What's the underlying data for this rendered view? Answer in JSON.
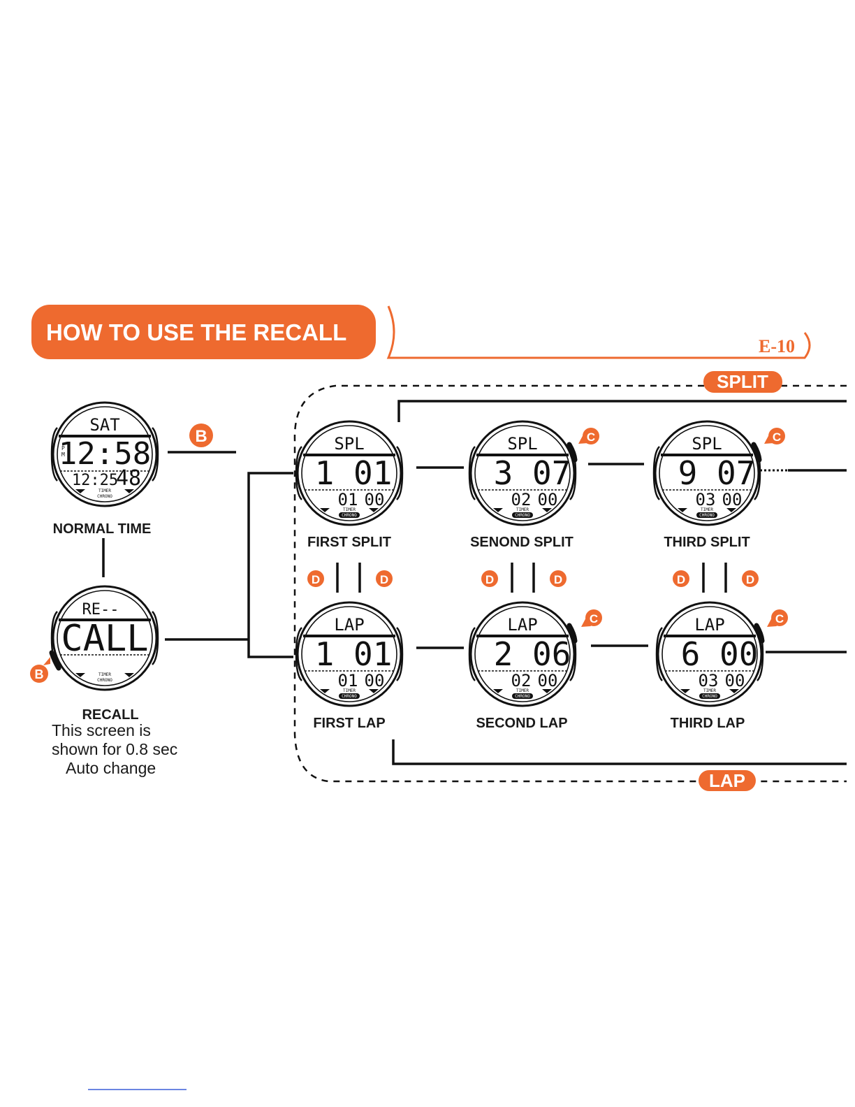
{
  "header": {
    "title": "HOW TO USE THE RECALL",
    "page_number": "E-10"
  },
  "regions": {
    "split_label": "SPLIT",
    "lap_label": "LAP"
  },
  "colors": {
    "accent": "#ee6a2f",
    "ink": "#1a1a1a"
  },
  "watches": {
    "normal": {
      "top": "SAT",
      "pm_a": "P",
      "pm_b": "M",
      "main": "12:58",
      "small_left": "12:25",
      "small_right": "48",
      "mode_a": "TIMER",
      "mode_b": "CHRONO",
      "caption": "NORMAL TIME"
    },
    "recall": {
      "top": "RE--",
      "main": "CALL",
      "mode_a": "TIMER",
      "mode_b": "CHRONO",
      "caption": "RECALL"
    },
    "first_split": {
      "top": "SPL",
      "main": "1 01",
      "small_left": "01",
      "small_right": "00",
      "mode_a": "TIMER",
      "mode_b": "CHRONO",
      "caption": "FIRST SPLIT"
    },
    "second_split": {
      "top": "SPL",
      "main": "3 07",
      "small_left": "02",
      "small_right": "00",
      "mode_a": "TIMER",
      "mode_b": "CHRONO",
      "caption": "SENOND SPLIT"
    },
    "third_split": {
      "top": "SPL",
      "main": "9 07",
      "small_left": "03",
      "small_right": "00",
      "mode_a": "TIMER",
      "mode_b": "CHRONO",
      "caption": "THIRD SPLIT"
    },
    "first_lap": {
      "top": "LAP",
      "main": "1 01",
      "small_left": "01",
      "small_right": "00",
      "mode_a": "TIMER",
      "mode_b": "CHRONO",
      "caption": "FIRST LAP"
    },
    "second_lap": {
      "top": "LAP",
      "main": "2 06",
      "small_left": "02",
      "small_right": "00",
      "mode_a": "TIMER",
      "mode_b": "CHRONO",
      "caption": "SECOND LAP"
    },
    "third_lap": {
      "top": "LAP",
      "main": "6 00",
      "small_left": "03",
      "small_right": "00",
      "mode_a": "TIMER",
      "mode_b": "CHRONO",
      "caption": "THIRD LAP"
    }
  },
  "recall_note": {
    "line1": "This screen is",
    "line2": "shown for 0.8 sec",
    "line3": "Auto change"
  },
  "buttons": {
    "b": "B",
    "c": "C",
    "d": "D"
  }
}
